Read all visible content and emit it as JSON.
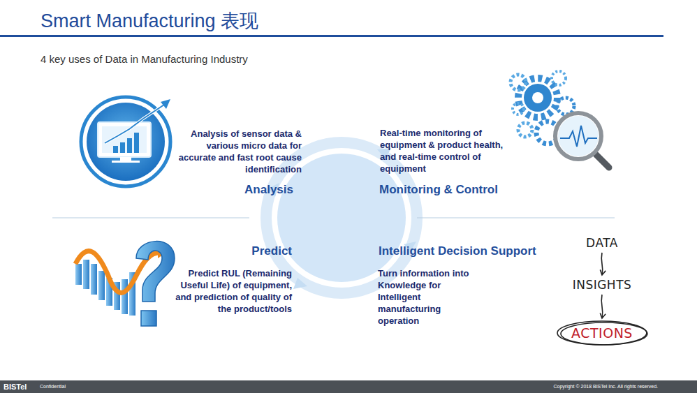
{
  "diagram": {
    "title": "Smart Manufacturing 表现",
    "nodes": [
      {
        "text": [
          "DATA"
        ]
      },
      {
        "text": [
          "INSIGHTS"
        ]
      },
      {
        "text": [
          "ACTIONS"
        ]
      }
    ],
    "edges": [
      {
        "from": 0,
        "to": 1,
        "arrow": "to"
      },
      {
        "from": 1,
        "to": 2,
        "arrow": "to"
      }
    ],
    "labels": [
      "4 key uses of Data in Manufacturing Industry",
      "Analysis of sensor data & various micro data for accurate and fast root cause identification",
      "Analysis",
      "Real-time monitoring of equipment & product health, and real-time control of equipment",
      "Monitoring & Control",
      "Predict",
      "Predict RUL (Remaining Useful Life) of equipment, and prediction of quality of the product/tools",
      "Intelligent Decision Support",
      "Turn information into Knowledge for Intelligent manufacturing operation",
      "BISTel",
      "Confidential",
      "Copyright © 2018 BISTel Inc. All rights reserved."
    ]
  }
}
